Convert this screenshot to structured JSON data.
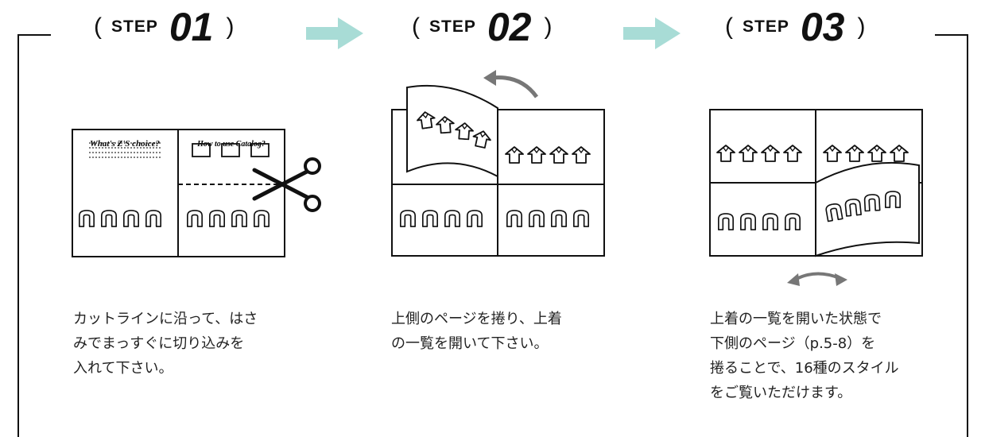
{
  "steps": [
    {
      "open_paren": "(",
      "word": "STEP",
      "number": "01",
      "close_paren": ")",
      "description": [
        "カットラインに沿って、はさ",
        "みでまっすぐに切り込みを",
        "入れて下さい。"
      ]
    },
    {
      "open_paren": "(",
      "word": "STEP",
      "number": "02",
      "close_paren": ")",
      "description": [
        "上側のページを捲り、上着",
        "の一覧を開いて下さい。"
      ]
    },
    {
      "open_paren": "(",
      "word": "STEP",
      "number": "03",
      "close_paren": ")",
      "description": [
        "上着の一覧を開いた状態で",
        "下側のページ（p.5-8）を",
        "捲ることで、16種のスタイル",
        "をご覧いただけます。"
      ]
    }
  ],
  "diagram1": {
    "left_heading": "What's Z'S choice?",
    "right_heading": "How to use Catalog?"
  },
  "colors": {
    "arrow": "#a8dcd6",
    "line": "#111111",
    "curve_arrow": "#777777"
  },
  "icons": [
    "arrow-right-icon",
    "scissors-icon",
    "jacket-icon",
    "pants-icon",
    "curved-arrow-icon",
    "double-arrow-icon"
  ]
}
